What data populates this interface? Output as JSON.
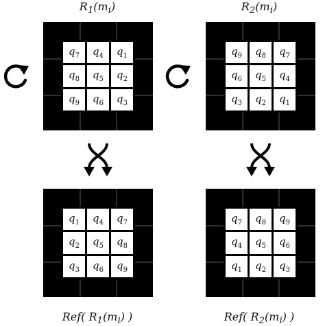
{
  "panels": [
    {
      "id": "r1",
      "title": "R1(mi)",
      "title_parts": [
        "R",
        "1",
        "(m",
        "i",
        ")"
      ],
      "cells": [
        "q7",
        "q4",
        "q1",
        "q8",
        "q5",
        "q2",
        "q9",
        "q6",
        "q3"
      ]
    },
    {
      "id": "r2",
      "title": "R2(mi)",
      "title_parts": [
        "R",
        "2",
        "(m",
        "i",
        ")"
      ],
      "cells": [
        "q9",
        "q8",
        "q7",
        "q6",
        "q5",
        "q4",
        "q3",
        "q2",
        "q1"
      ]
    },
    {
      "id": "ref1",
      "title": "Ref( R1(mi) )",
      "title_parts": [
        "Ref( R",
        "1",
        "(m",
        "i",
        ") )"
      ],
      "cells": [
        "q1",
        "q4",
        "q7",
        "q2",
        "q5",
        "q8",
        "q3",
        "q6",
        "q9"
      ]
    },
    {
      "id": "ref2",
      "title": "Ref( R2(mi) )",
      "title_parts": [
        "Ref( R",
        "2",
        "(m",
        "i",
        ") )"
      ],
      "cells": [
        "q7",
        "q8",
        "q9",
        "q4",
        "q5",
        "q6",
        "q1",
        "q2",
        "q3"
      ]
    }
  ],
  "icons": {
    "rotate": "rotate-clockwise-icon",
    "swap": "swap-arrows-icon"
  }
}
